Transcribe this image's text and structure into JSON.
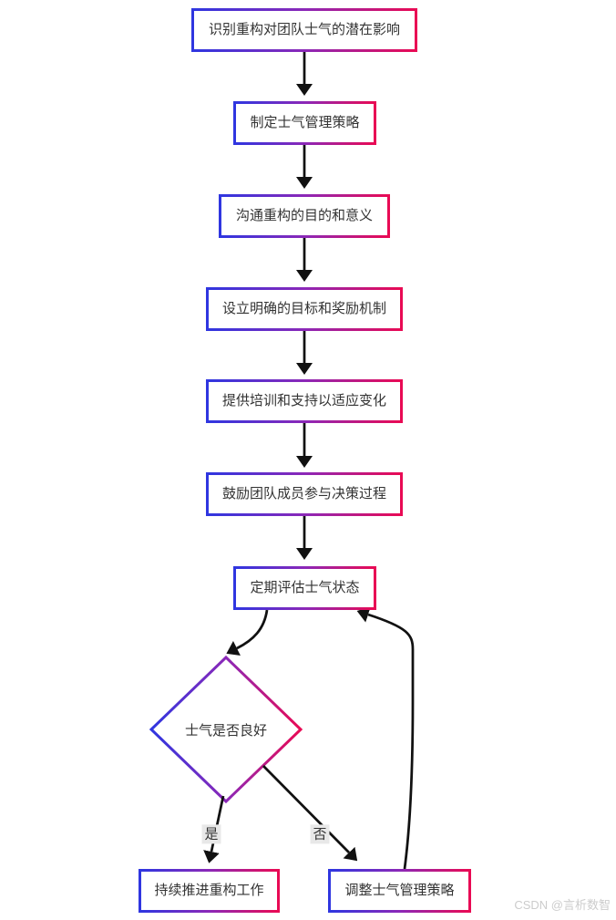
{
  "diagram": {
    "type": "flowchart",
    "direction": "top-down",
    "nodes": [
      {
        "id": "A",
        "type": "rect",
        "label": "识别重构对团队士气的潜在影响"
      },
      {
        "id": "B",
        "type": "rect",
        "label": "制定士气管理策略"
      },
      {
        "id": "C",
        "type": "rect",
        "label": "沟通重构的目的和意义"
      },
      {
        "id": "D",
        "type": "rect",
        "label": "设立明确的目标和奖励机制"
      },
      {
        "id": "E",
        "type": "rect",
        "label": "提供培训和支持以适应变化"
      },
      {
        "id": "F",
        "type": "rect",
        "label": "鼓励团队成员参与决策过程"
      },
      {
        "id": "G",
        "type": "rect",
        "label": "定期评估士气状态"
      },
      {
        "id": "H",
        "type": "diamond",
        "label": "士气是否良好"
      },
      {
        "id": "I",
        "type": "rect",
        "label": "持续推进重构工作"
      },
      {
        "id": "J",
        "type": "rect",
        "label": "调整士气管理策略"
      }
    ],
    "edges": [
      {
        "from": "A",
        "to": "B",
        "label": ""
      },
      {
        "from": "B",
        "to": "C",
        "label": ""
      },
      {
        "from": "C",
        "to": "D",
        "label": ""
      },
      {
        "from": "D",
        "to": "E",
        "label": ""
      },
      {
        "from": "E",
        "to": "F",
        "label": ""
      },
      {
        "from": "F",
        "to": "G",
        "label": ""
      },
      {
        "from": "G",
        "to": "H",
        "label": ""
      },
      {
        "from": "H",
        "to": "I",
        "label": "是"
      },
      {
        "from": "H",
        "to": "J",
        "label": "否"
      },
      {
        "from": "J",
        "to": "G",
        "label": ""
      }
    ],
    "colors": {
      "border_start": "#2f36e0",
      "border_mid": "#8b28b8",
      "border_end": "#e90a54",
      "arrow": "#111111",
      "node_text": "#333333",
      "edge_label_bg": "#e8e8e8",
      "edge_label_text": "#333333",
      "watermark_text": "#cccccc"
    }
  },
  "watermark": "CSDN @言析数智"
}
